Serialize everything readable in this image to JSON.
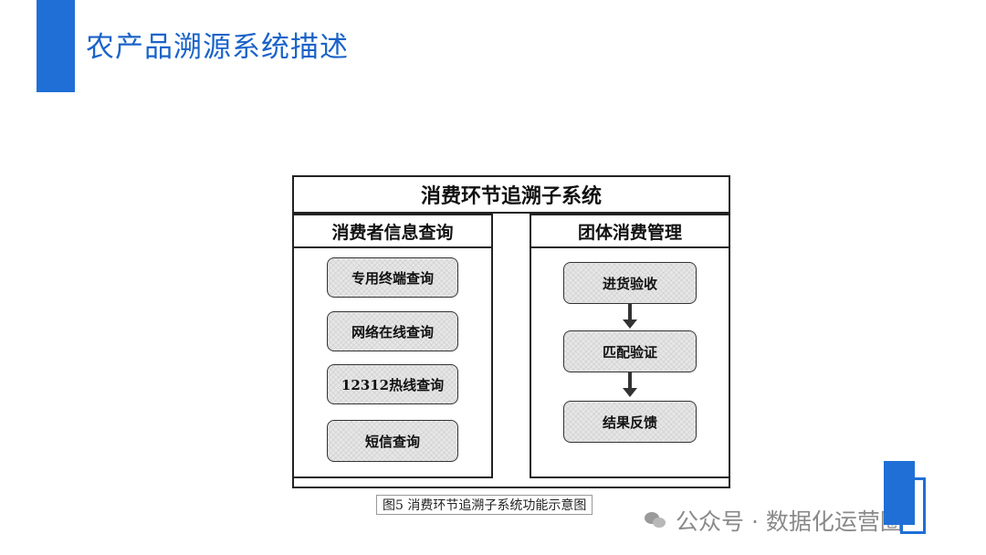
{
  "slide": {
    "title": "农产品溯源系统描述"
  },
  "diagram": {
    "title": "消费环节追溯子系统",
    "left_panel": {
      "title": "消费者信息查询",
      "items": [
        "专用终端查询",
        "网络在线查询",
        "12312热线查询",
        "短信查询"
      ]
    },
    "right_panel": {
      "title": "团体消费管理",
      "steps": [
        "进货验收",
        "匹配验证",
        "结果反馈"
      ]
    },
    "caption": "图5  消费环节追溯子系统功能示意图"
  },
  "watermark": {
    "text": "公众号 · 数据化运营圈"
  },
  "colors": {
    "accent": "#1f6fd6",
    "title_text": "#1a63c8"
  }
}
